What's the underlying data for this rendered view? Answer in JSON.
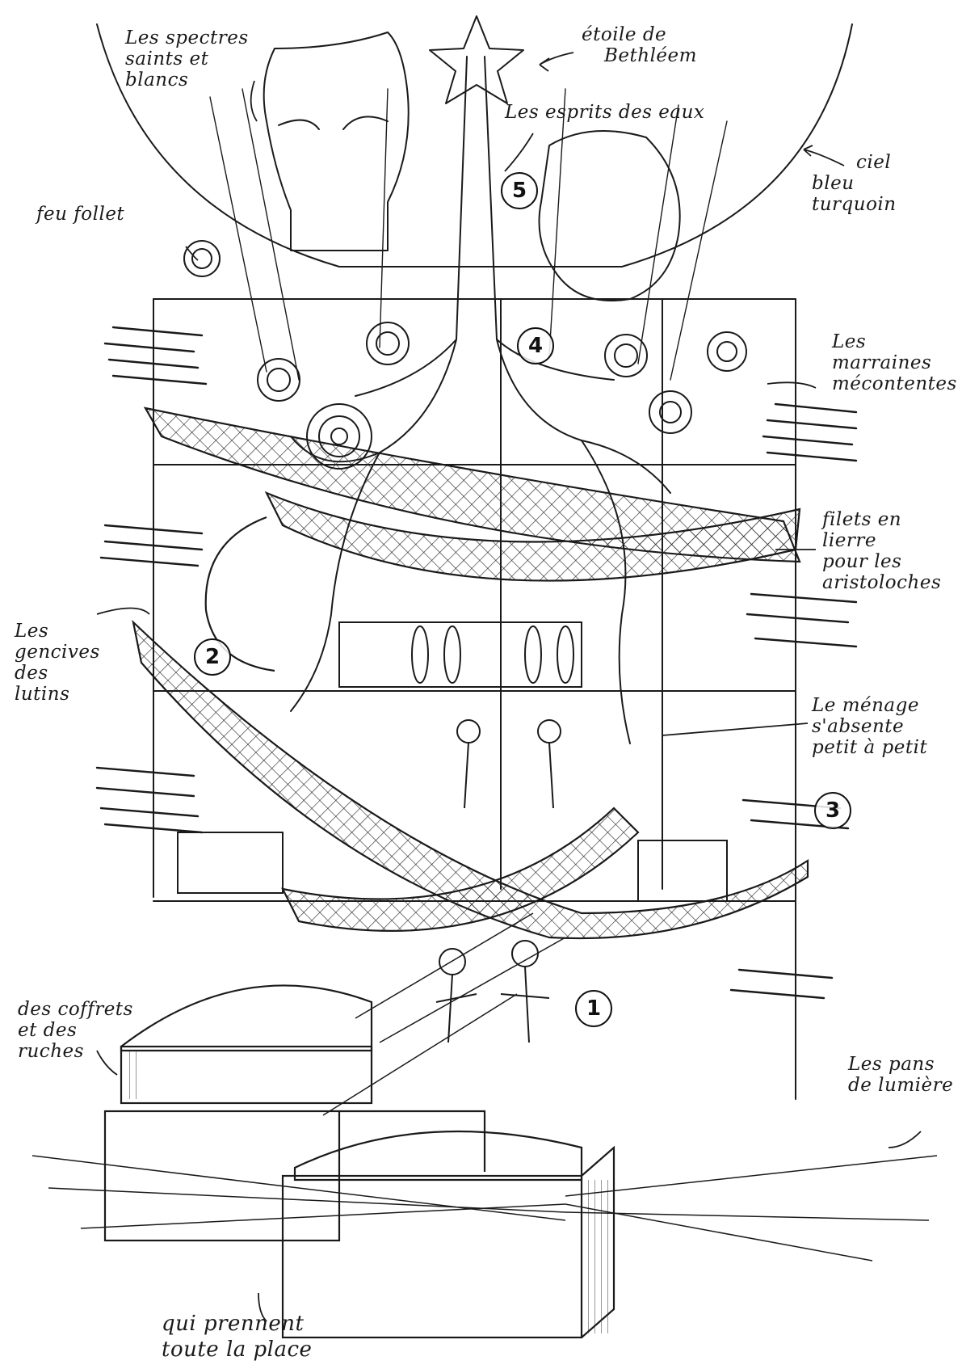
{
  "labels": {
    "spectres": [
      "Les spectres",
      "saints et",
      "blancs"
    ],
    "etoile": [
      "étoile de",
      "Bethléem"
    ],
    "esprits": [
      "Les esprits des eaux"
    ],
    "ciel": [
      "ciel",
      "bleu",
      "turquoin"
    ],
    "feu": [
      "feu follet"
    ],
    "marraines": [
      "Les",
      "marraines",
      "mécontentes"
    ],
    "filets": [
      "filets en",
      "lierre",
      "pour les",
      "aristoloches"
    ],
    "gencives": [
      "Les",
      "gencives",
      "des",
      "lutins"
    ],
    "menage": [
      "Le ménage",
      "s'absente",
      "petit à petit"
    ],
    "coffrets": [
      "des coffrets",
      "et des",
      "ruches"
    ],
    "pans": [
      "Les pans",
      "de lumière"
    ],
    "prennent": [
      "qui prennent",
      "toute la place"
    ]
  },
  "numbers": [
    "1",
    "2",
    "3",
    "4",
    "5"
  ],
  "colors": {
    "ink": "#1a1a1a",
    "paper": "#ffffff"
  }
}
